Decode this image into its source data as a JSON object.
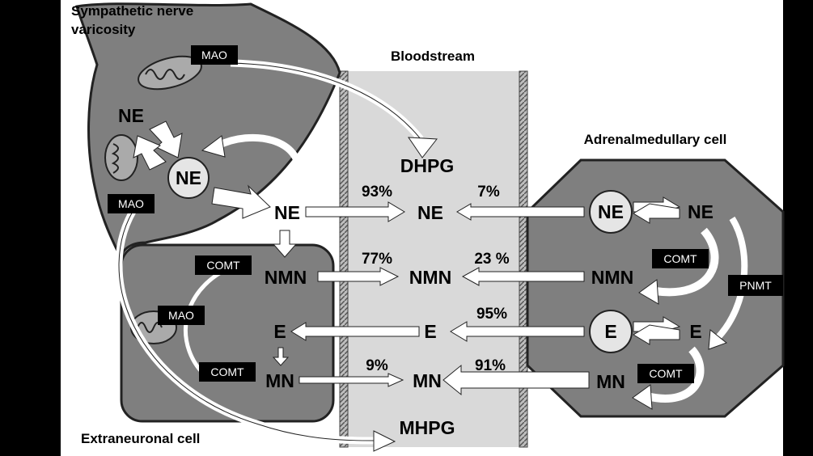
{
  "regions": {
    "sympathetic": "Sympathetic nerve varicosity",
    "sympathetic_line1": "Sympathetic nerve",
    "sympathetic_line2": "varicosity",
    "bloodstream": "Bloodstream",
    "adrenal": "Adrenalmedullary cell",
    "extraneuronal": "Extraneuronal cell"
  },
  "enzymes": {
    "mao": "MAO",
    "comt": "COMT",
    "pnmt": "PNMT"
  },
  "metabolites": {
    "ne": "NE",
    "nmn": "NMN",
    "e": "E",
    "mn": "MN",
    "dhpg": "DHPG",
    "mhpg": "MHPG"
  },
  "percentages": {
    "ne_neural": "93%",
    "ne_adrenal": "7%",
    "nmn_extraneuronal": "77%",
    "nmn_adrenal": "23 %",
    "e_adrenal": "95%",
    "mn_extraneuronal": "9%",
    "mn_adrenal": "91%"
  },
  "colors": {
    "background": "#000000",
    "cell_fill": "#7f7f7f",
    "bloodstream_fill": "#d9d9d9",
    "arrow_fill": "#ffffff",
    "label_box": "#000000"
  }
}
